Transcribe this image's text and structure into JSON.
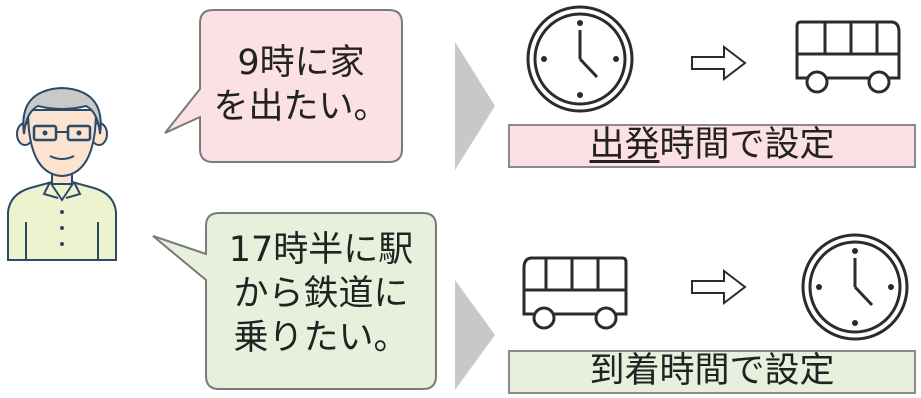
{
  "speech_1": {
    "lines": [
      "9時に家",
      "を出たい。"
    ],
    "fill": "#fbe1e4"
  },
  "speech_2": {
    "lines": [
      "17時半に駅",
      "から鉄道に",
      "乗りたい。"
    ],
    "fill": "#e6f0dd"
  },
  "label_1": {
    "emphasis": "出発",
    "rest": "時間で設定",
    "fill": "#fbe1e4"
  },
  "label_2": {
    "text": "到着時間で設定",
    "fill": "#e6f0dd"
  },
  "icons": [
    "person-icon",
    "clock-icon",
    "bus-icon",
    "arrow-right-icon",
    "chevron-right-icon"
  ]
}
